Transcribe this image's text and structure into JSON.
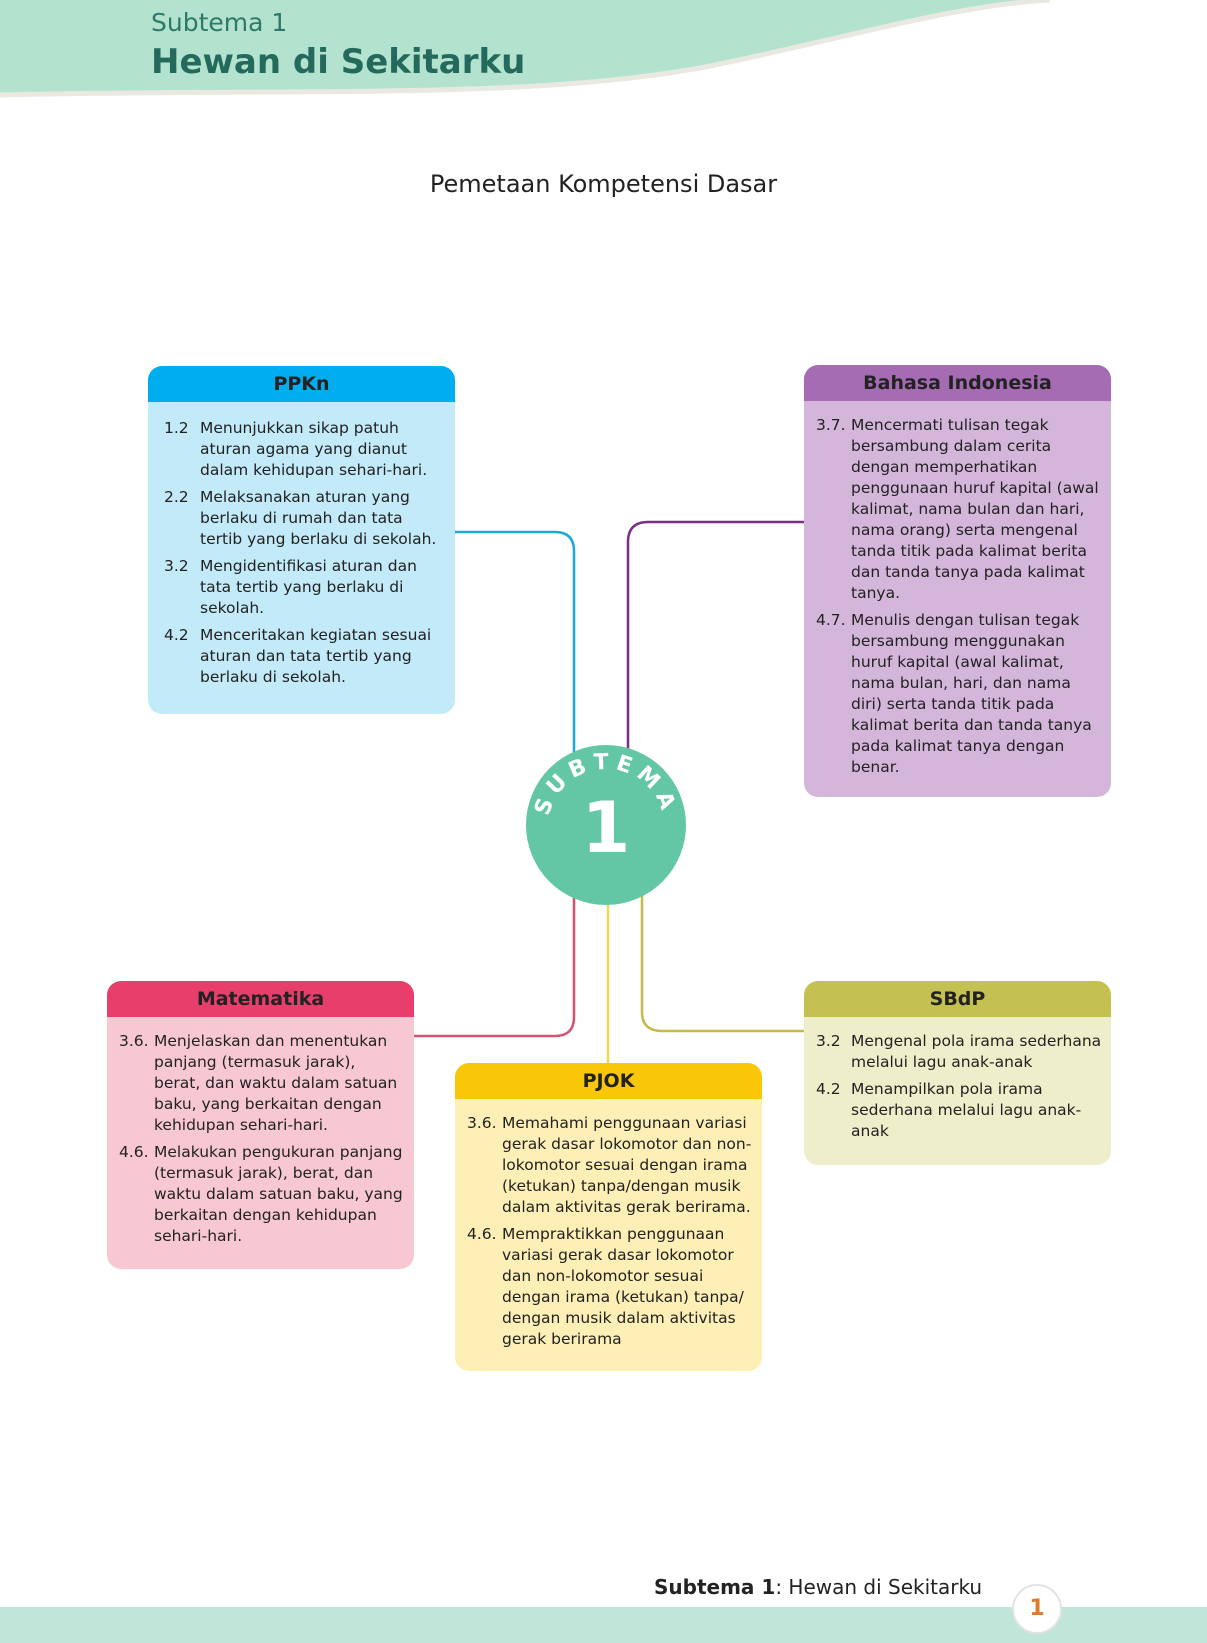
{
  "header": {
    "subtema_label": "Subtema 1",
    "subtema_title": "Hewan di Sekitarku"
  },
  "page_heading": "Pemetaan Kompetensi Dasar",
  "center": {
    "arc_text": "SUBTEMA",
    "number": "1",
    "color": "#63c7a6"
  },
  "cards": {
    "ppkn": {
      "title": "PPKn",
      "header_color": "#00aeef",
      "body_color": "#c2eaf9",
      "items": [
        {
          "num": "1.2",
          "text": "Menunjukkan sikap patuh aturan agama yang dianut dalam kehidupan sehari-hari."
        },
        {
          "num": "2.2",
          "text": "Melaksanakan aturan yang berlaku di rumah dan tata tertib yang berlaku di sekolah."
        },
        {
          "num": "3.2",
          "text": "Mengidentifikasi aturan dan tata tertib yang berlaku di sekolah."
        },
        {
          "num": "4.2",
          "text": "Menceritakan kegiatan sesuai aturan dan tata tertib yang berlaku di sekolah."
        }
      ]
    },
    "bahasa": {
      "title": "Bahasa Indonesia",
      "header_color": "#a56bb3",
      "body_color": "#d4b6db",
      "items": [
        {
          "num": "3.7.",
          "text": "Mencermati tulisan tegak bersambung dalam cerita dengan memperhatikan penggunaan huruf kapital (awal kalimat, nama bulan dan hari, nama orang) serta mengenal tanda titik pada kalimat berita dan tanda tanya pada kalimat tanya."
        },
        {
          "num": "4.7.",
          "text": "Menulis dengan tulisan tegak bersambung menggunakan huruf kapital (awal kalimat, nama bulan, hari, dan nama diri) serta tanda titik pada kalimat berita dan tanda tanya pada kalimat tanya dengan benar."
        }
      ]
    },
    "matematika": {
      "title": "Matematika",
      "header_color": "#e83e6c",
      "body_color": "#f8c8d2",
      "items": [
        {
          "num": "3.6.",
          "text": "Menjelaskan dan menentukan panjang (termasuk jarak), berat, dan waktu dalam satuan baku, yang berkaitan dengan kehidupan sehari-hari."
        },
        {
          "num": "4.6.",
          "text": "Melakukan pengukuran panjang (termasuk jarak), berat, dan waktu dalam satuan baku, yang berkaitan dengan kehidupan sehari-hari."
        }
      ]
    },
    "pjok": {
      "title": "PJOK",
      "header_color": "#f9c608",
      "body_color": "#fdefb5",
      "items": [
        {
          "num": "3.6.",
          "text": "Memahami penggunaan variasi gerak dasar lokomotor dan non-lokomotor sesuai dengan irama (ketukan) tanpa/dengan musik dalam aktivitas gerak berirama."
        },
        {
          "num": "4.6.",
          "text": "Mempraktikkan penggunaan variasi gerak dasar lokomotor dan non-lokomotor sesuai dengan irama (ketukan) tanpa/ dengan musik dalam aktivitas gerak berirama"
        }
      ]
    },
    "sbdp": {
      "title": "SBdP",
      "header_color": "#c4c152",
      "body_color": "#eeeecb",
      "items": [
        {
          "num": "3.2",
          "text": "Mengenal pola irama sederhana melalui lagu anak-anak"
        },
        {
          "num": "4.2",
          "text": "Menampilkan pola irama sederhana melalui lagu anak-anak"
        }
      ]
    }
  },
  "footer": {
    "bold_part": "Subtema 1",
    "rest": ": Hewan di Sekitarku",
    "page_number": "1",
    "band_color": "#bfe6d8"
  }
}
